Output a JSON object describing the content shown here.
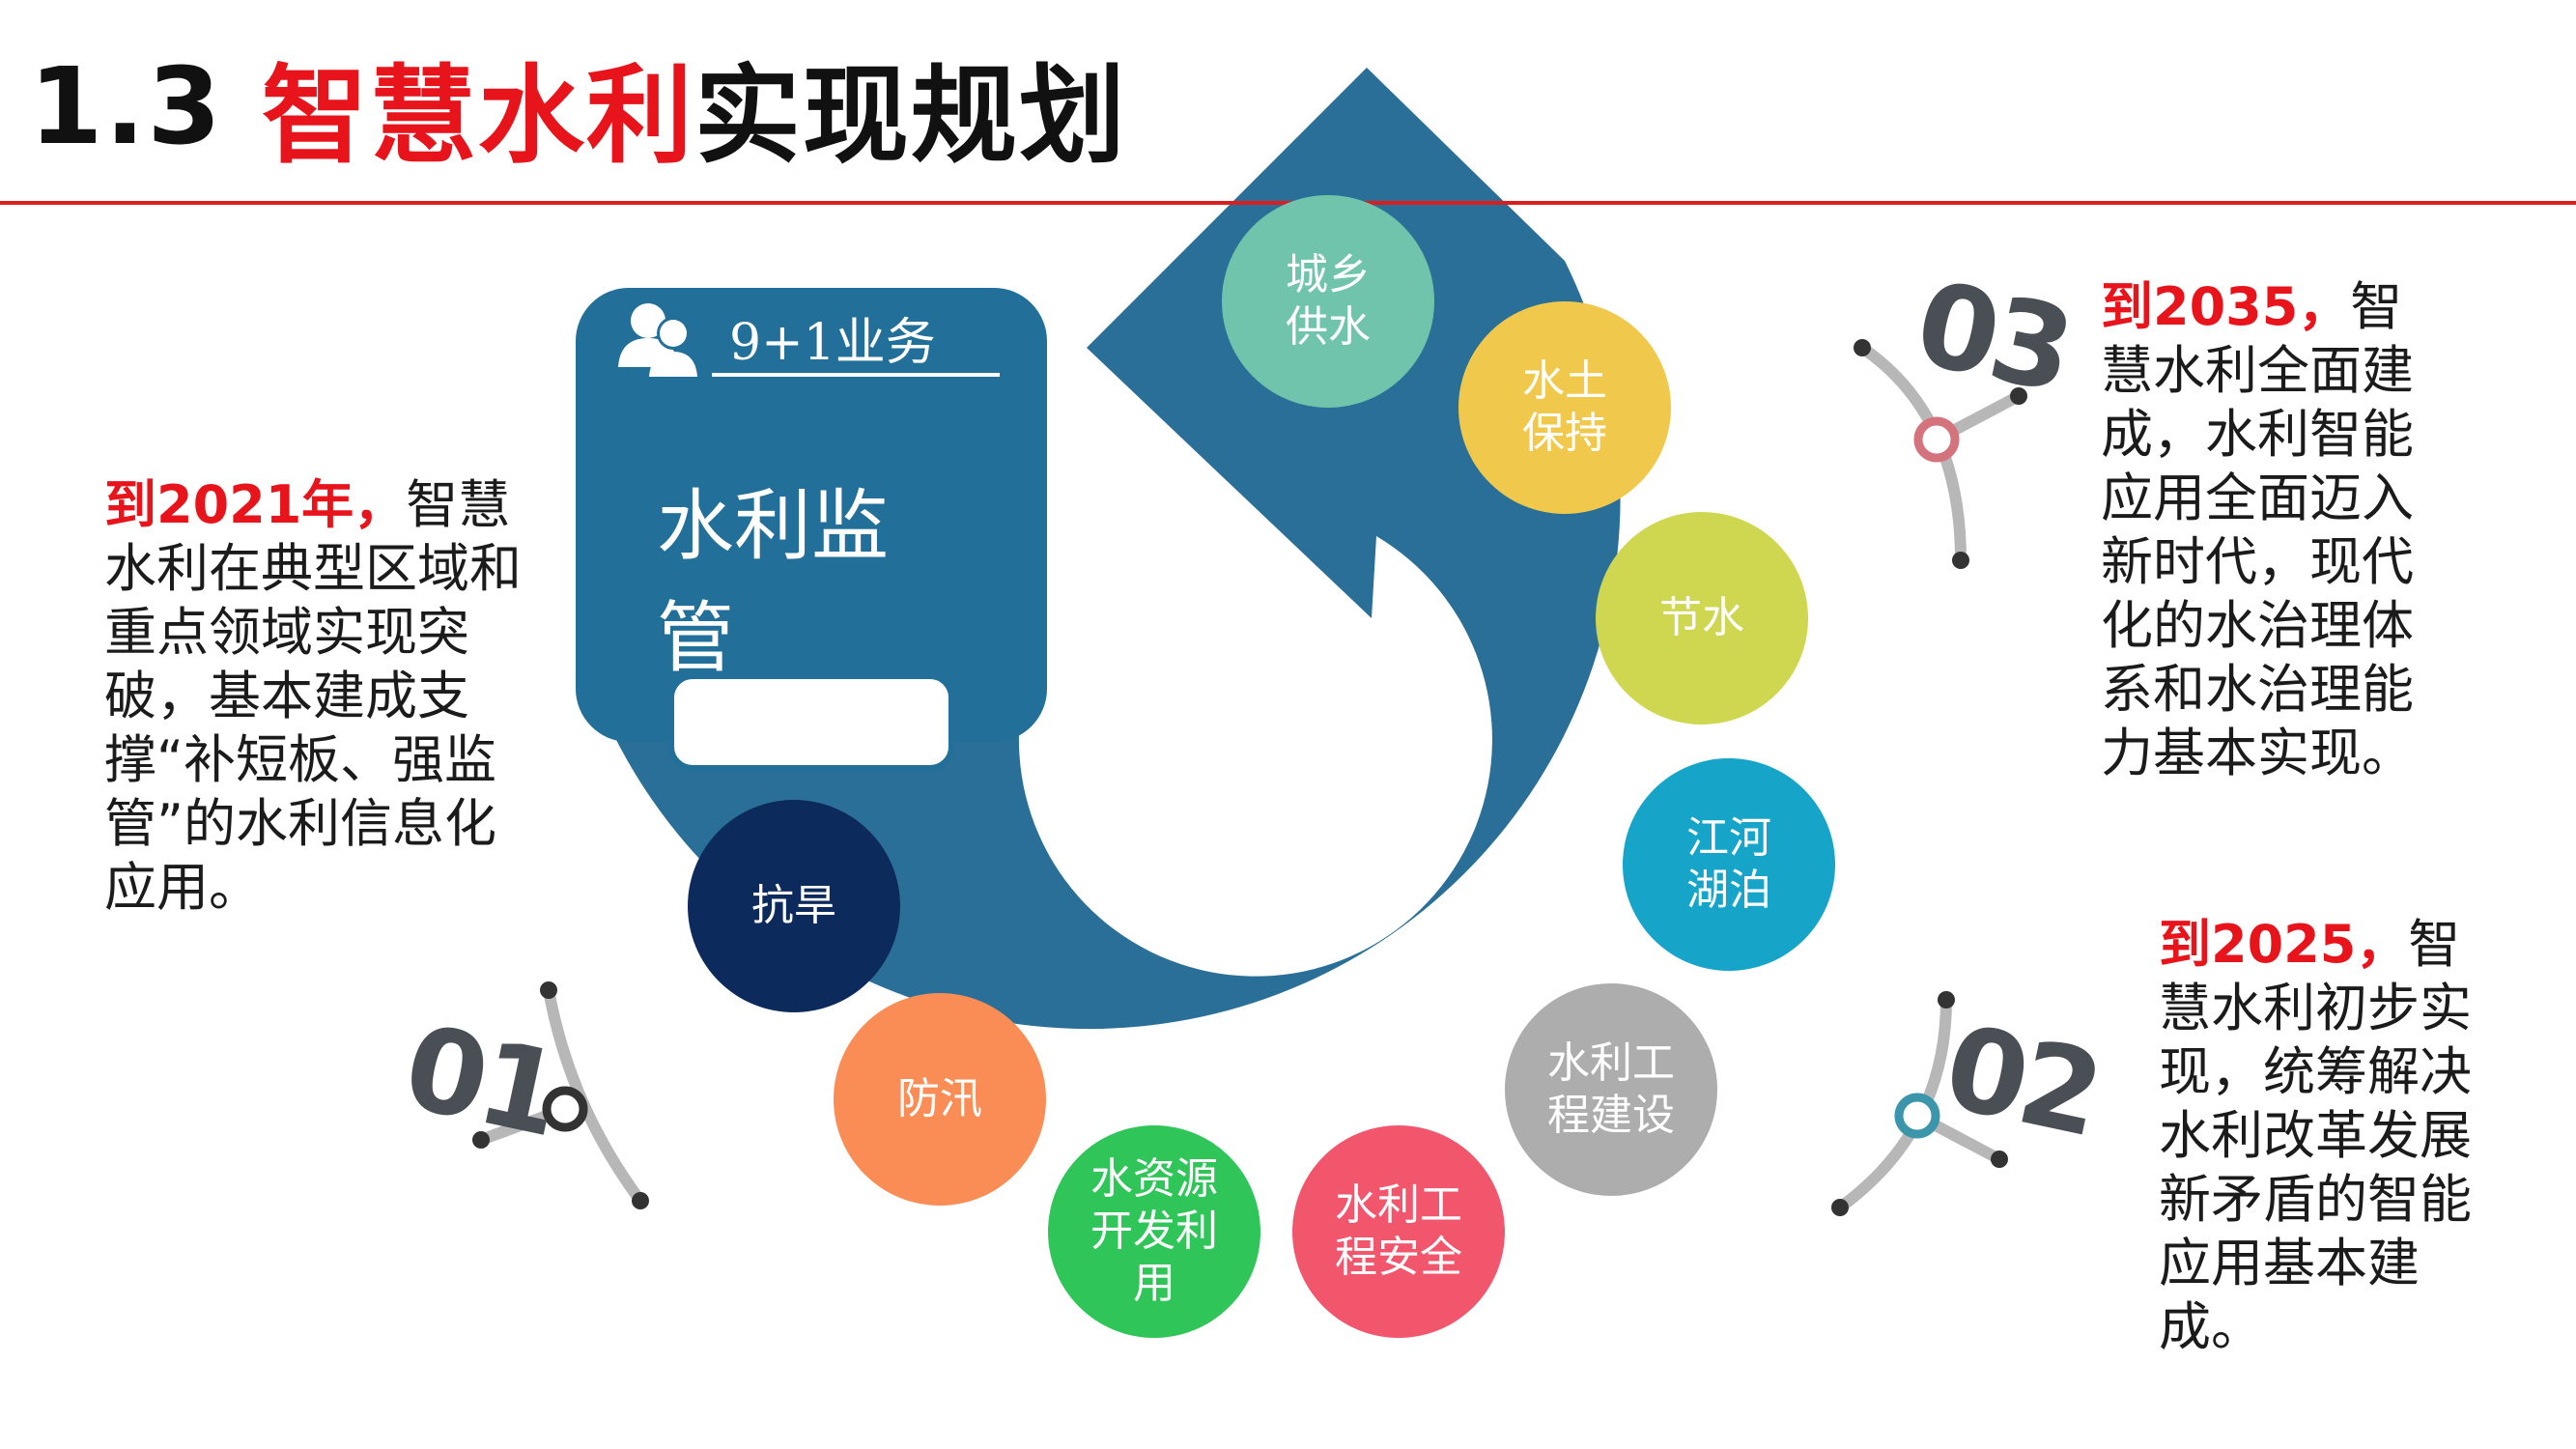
{
  "title": {
    "number": "1.3",
    "highlight": "智慧水利",
    "rest": "实现规划"
  },
  "card": {
    "header": "9+1业务",
    "title": "水利监管"
  },
  "circles": [
    {
      "lines": [
        "城乡",
        "供水"
      ],
      "color": "#6fc4ab"
    },
    {
      "lines": [
        "水土",
        "保持"
      ],
      "color": "#f0c94c"
    },
    {
      "lines": [
        "节水"
      ],
      "color": "#cfd650"
    },
    {
      "lines": [
        "江河",
        "湖泊"
      ],
      "color": "#16a4c8"
    },
    {
      "lines": [
        "水利工",
        "程建设"
      ],
      "color": "#adadad"
    },
    {
      "lines": [
        "水利工",
        "程安全"
      ],
      "color": "#f2566c"
    },
    {
      "lines": [
        "水资源",
        "开发利",
        "用"
      ],
      "color": "#2fc558"
    },
    {
      "lines": [
        "防汛"
      ],
      "color": "#f98d55"
    },
    {
      "lines": [
        "抗旱"
      ],
      "color": "#0c2a5c"
    }
  ],
  "milestones": [
    {
      "label": "01",
      "year": "到2021年，",
      "text": "智慧水利在典型区域和重点领域实现突破，基本建成支撑“补短板、强监管”的水利信息化应用。",
      "line_chars": 7,
      "accent": "#333333"
    },
    {
      "label": "02",
      "year": "到2025，",
      "text": "智慧水利初步实现，统筹解决水利改革发展新矛盾的智能应用基本建成。",
      "line_chars": 6,
      "accent": "#3b95ab"
    },
    {
      "label": "03",
      "year": "到2035，",
      "text": "智慧水利全面建成，水利智能应用全面迈入新时代，现代化的水治理体系和水治理能力基本实现。",
      "line_chars": 6,
      "accent": "#d5737d"
    }
  ],
  "colors": {
    "arc": "#2a6f97",
    "card": "#226f99",
    "title_red": "#e8141b"
  }
}
